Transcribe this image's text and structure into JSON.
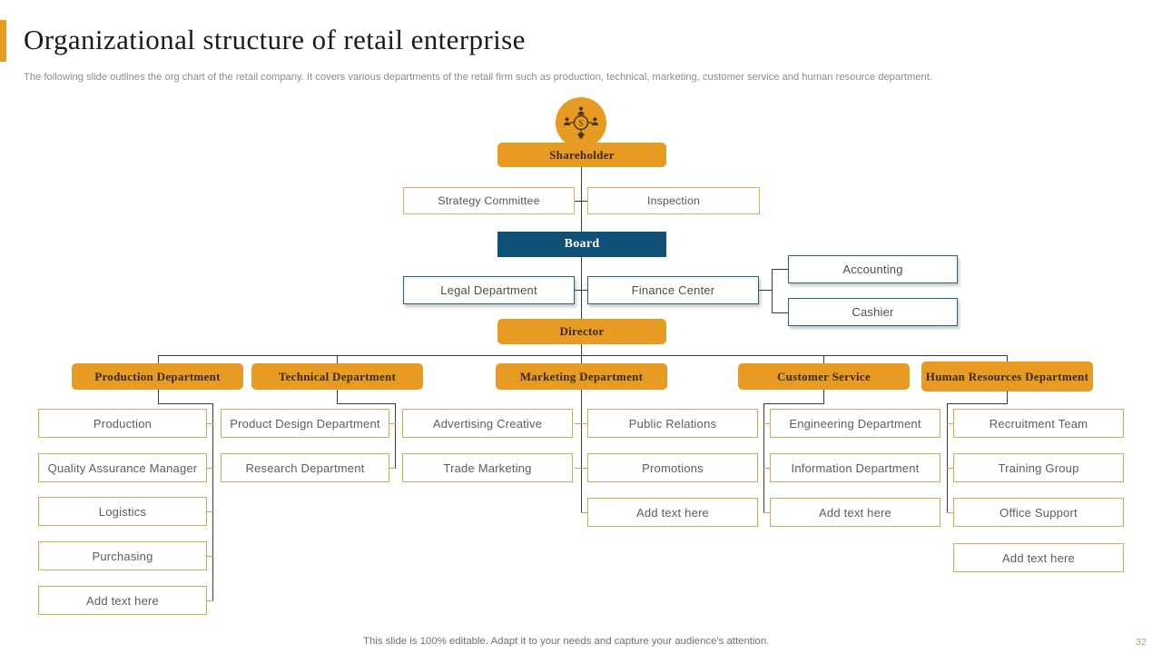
{
  "header": {
    "title": "Organizational structure of retail enterprise",
    "subtitle": "The following slide outlines the org chart of the retail company. It covers various departments of the retail firm such as production, technical, marketing, customer service and human resource department."
  },
  "colors": {
    "accent_orange": "#E89B22",
    "board_blue": "#0E5078",
    "gold_border": "#CDAD57",
    "blue_border": "#2C5F78",
    "text_gray": "#5B5B5B"
  },
  "chart": {
    "icon_name": "stakeholder-network-icon",
    "top": {
      "shareholder": "Shareholder",
      "strategy_committee": "Strategy Committee",
      "inspection": "Inspection",
      "board": "Board",
      "legal_department": "Legal Department",
      "finance_center": "Finance Center",
      "accounting": "Accounting",
      "cashier": "Cashier",
      "director": "Director"
    },
    "departments": [
      {
        "label": "Production Department"
      },
      {
        "label": "Technical Department"
      },
      {
        "label": "Marketing Department"
      },
      {
        "label": "Customer Service"
      },
      {
        "label": "Human Resources Department"
      }
    ],
    "columns": [
      {
        "name": "production",
        "items": [
          "Production",
          "Quality Assurance Manager",
          "Logistics",
          "Purchasing",
          "Add text here"
        ]
      },
      {
        "name": "technical",
        "items": [
          "Product Design Department",
          "Research Department"
        ]
      },
      {
        "name": "marketing-creative",
        "items": [
          "Advertising Creative",
          "Trade Marketing"
        ]
      },
      {
        "name": "marketing",
        "items": [
          "Public Relations",
          "Promotions",
          "Add text here"
        ]
      },
      {
        "name": "customer-service",
        "items": [
          "Engineering Department",
          "Information Department",
          "Add text here"
        ]
      },
      {
        "name": "human-resources",
        "items": [
          "Recruitment Team",
          "Training Group",
          "Office Support",
          "Add text here"
        ]
      }
    ]
  },
  "footer": {
    "note": "This slide is 100% editable. Adapt it to your needs and capture your audience's attention.",
    "page_number": "32"
  }
}
